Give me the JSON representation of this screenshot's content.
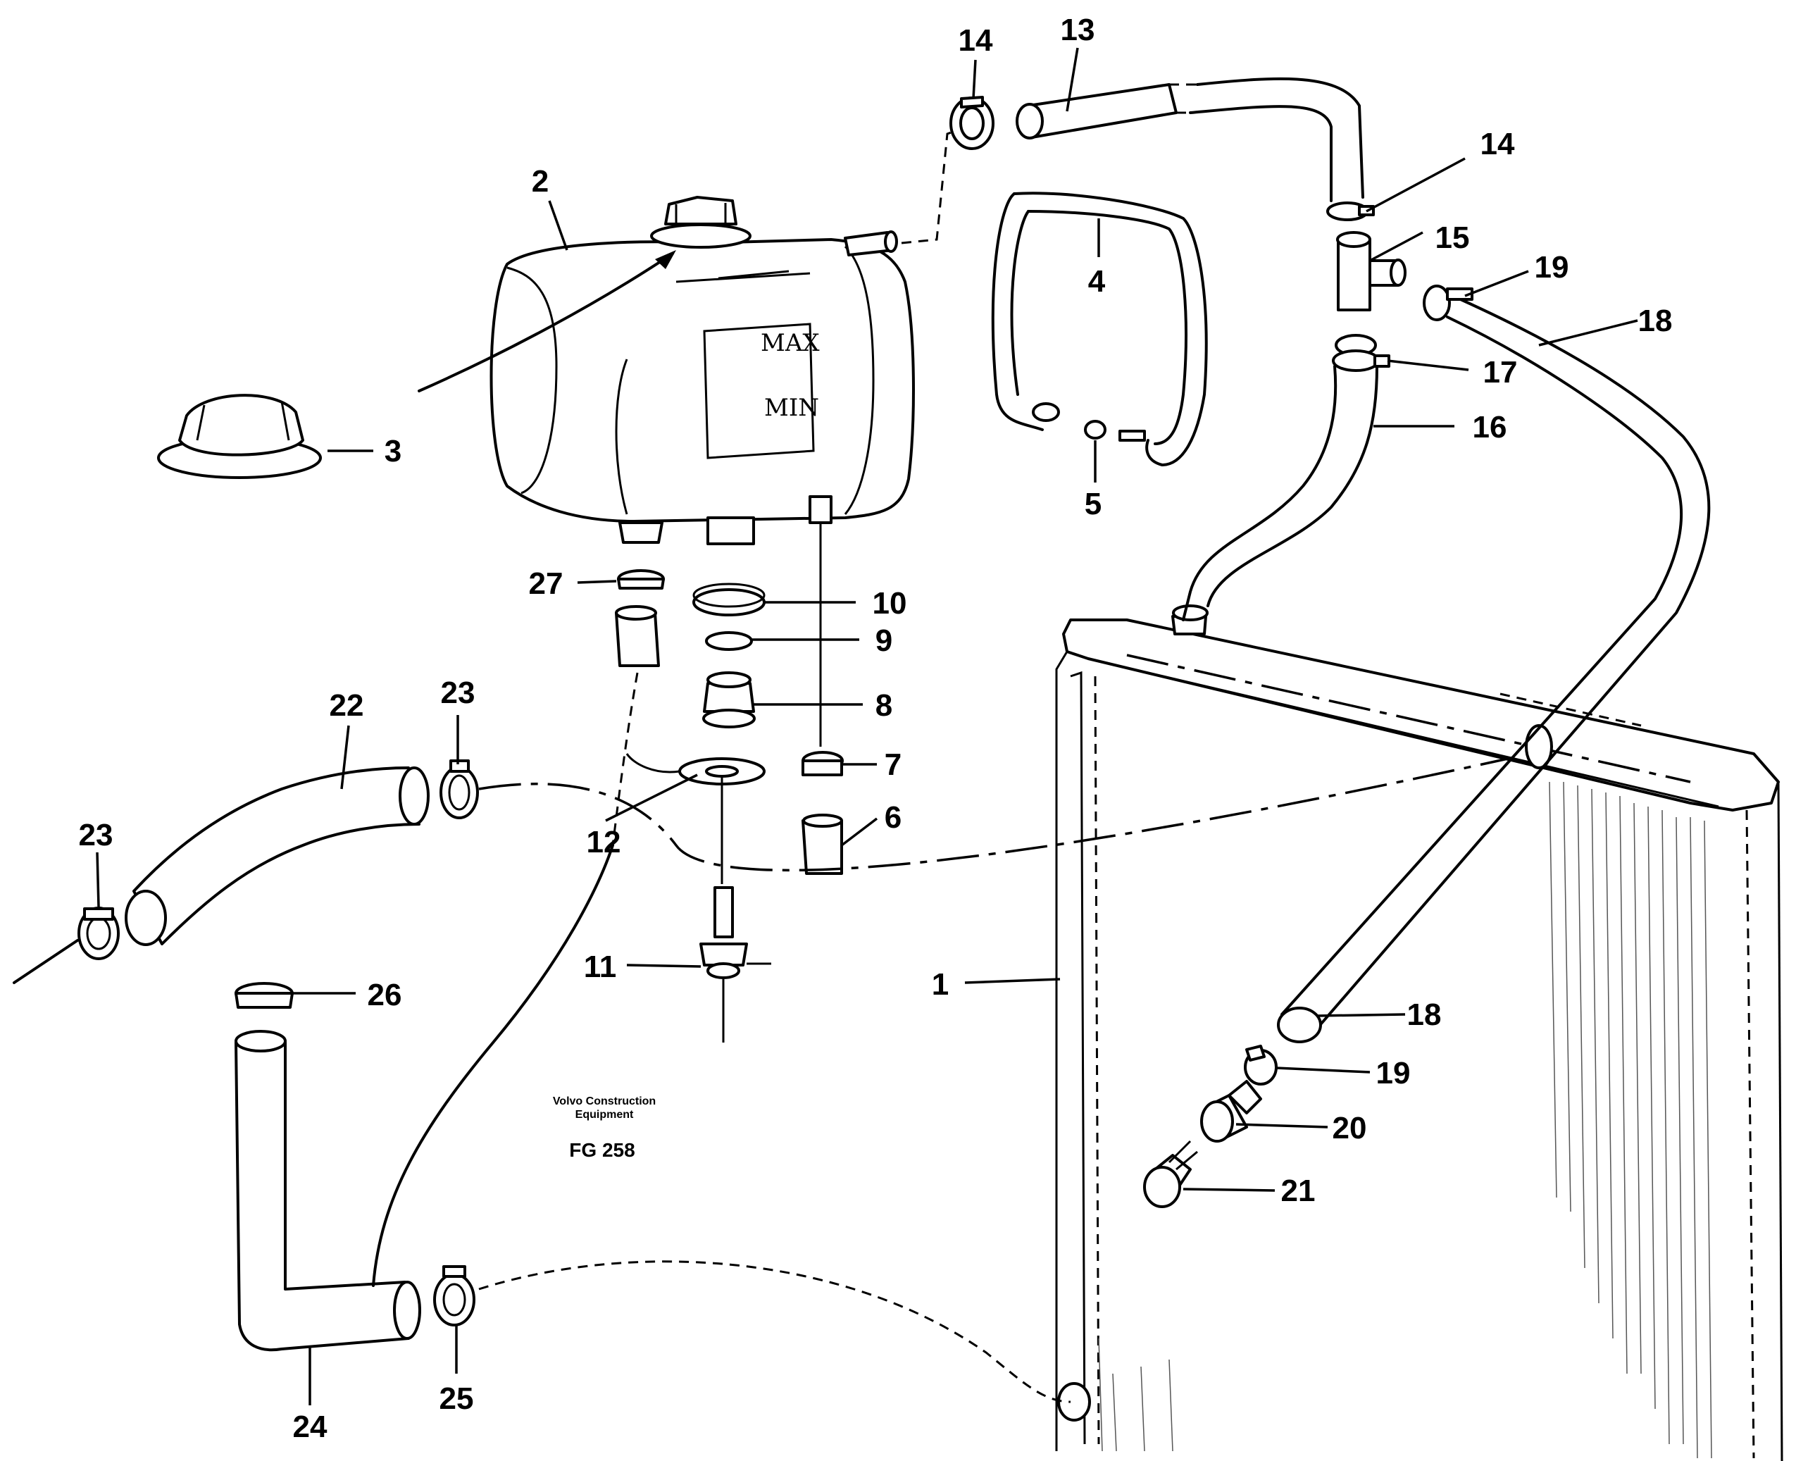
{
  "drawing": {
    "caption_line1": "Volvo Construction",
    "caption_line2": "Equipment",
    "figure_code": "FG 258"
  },
  "tank_markings": {
    "max": "MAX",
    "min": "MIN"
  },
  "part_labels": [
    {
      "id": "p1",
      "text": "1"
    },
    {
      "id": "p2",
      "text": "2"
    },
    {
      "id": "p3",
      "text": "3"
    },
    {
      "id": "p4",
      "text": "4"
    },
    {
      "id": "p5",
      "text": "5"
    },
    {
      "id": "p6",
      "text": "6"
    },
    {
      "id": "p7",
      "text": "7"
    },
    {
      "id": "p8",
      "text": "8"
    },
    {
      "id": "p9",
      "text": "9"
    },
    {
      "id": "p10",
      "text": "10"
    },
    {
      "id": "p11",
      "text": "11"
    },
    {
      "id": "p12",
      "text": "12"
    },
    {
      "id": "p13",
      "text": "13"
    },
    {
      "id": "p14a",
      "text": "14"
    },
    {
      "id": "p14b",
      "text": "14"
    },
    {
      "id": "p15",
      "text": "15"
    },
    {
      "id": "p16",
      "text": "16"
    },
    {
      "id": "p17",
      "text": "17"
    },
    {
      "id": "p18a",
      "text": "18"
    },
    {
      "id": "p18b",
      "text": "18"
    },
    {
      "id": "p19a",
      "text": "19"
    },
    {
      "id": "p19b",
      "text": "19"
    },
    {
      "id": "p20",
      "text": "20"
    },
    {
      "id": "p21",
      "text": "21"
    },
    {
      "id": "p22",
      "text": "22"
    },
    {
      "id": "p23a",
      "text": "23"
    },
    {
      "id": "p23b",
      "text": "23"
    },
    {
      "id": "p24",
      "text": "24"
    },
    {
      "id": "p25",
      "text": "25"
    },
    {
      "id": "p26",
      "text": "26"
    },
    {
      "id": "p27",
      "text": "27"
    }
  ]
}
